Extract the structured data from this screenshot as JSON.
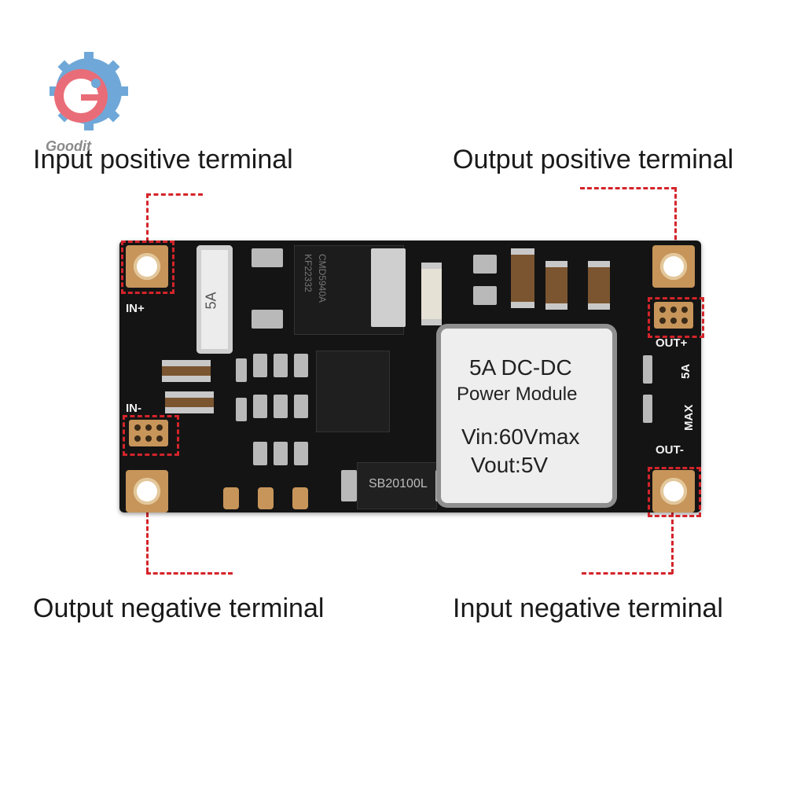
{
  "logo": {
    "text": "Goodit"
  },
  "captions": {
    "input_positive": "Input positive terminal",
    "output_positive": "Output positive terminal",
    "output_negative": "Output negative terminal",
    "input_negative": "Input negative terminal"
  },
  "module": {
    "title": "5A DC-DC",
    "subtitle": "Power Module",
    "vin": "Vin:60Vmax",
    "vout": "Vout:5V"
  },
  "silkscreen": {
    "in_plus": "IN+",
    "in_minus": "IN-",
    "out_plus": "OUT+",
    "out_minus": "OUT-",
    "rating_5a": "5A",
    "max": "MAX",
    "fuse": "5A",
    "mosfet": "CMD5940A",
    "mosfet_code": "KF22332",
    "diode": "SB20100L"
  },
  "colors": {
    "pcb": "#141414",
    "pad": "#c7955a",
    "marker": "#d4242a"
  }
}
